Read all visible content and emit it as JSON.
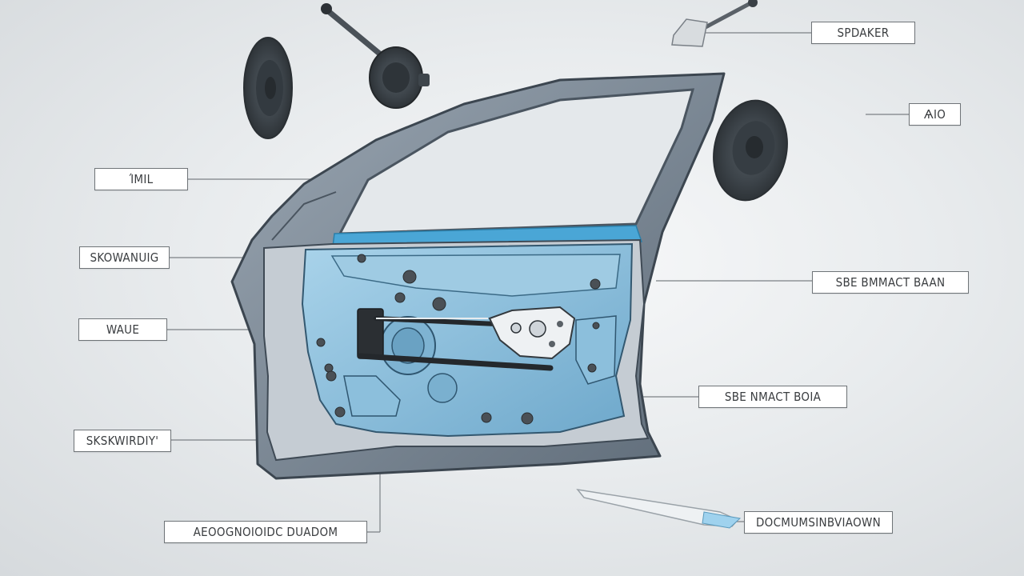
{
  "labels": {
    "speaker": "SPDAKER",
    "audio": "ѦIO",
    "trim": "ΊMIL",
    "shielding": "SKOWANUIG",
    "window": "WAUE",
    "side_impact_beam_1": "SBE BMMACT BAAN",
    "side_impact_beam_2": "SBE NMACT BOIA",
    "seal": "SKSKWIRDIY'",
    "bottom_part": "AEOOGNOIOIDC DUADOM",
    "weatherstrip": "DOCMUMSINBVIAOWN"
  },
  "colors": {
    "panel_blue": "#8fc1dd",
    "glass_strip": "#4aa6d6",
    "door_frame": "#6c7a88",
    "speaker_dark": "#3f464c"
  }
}
